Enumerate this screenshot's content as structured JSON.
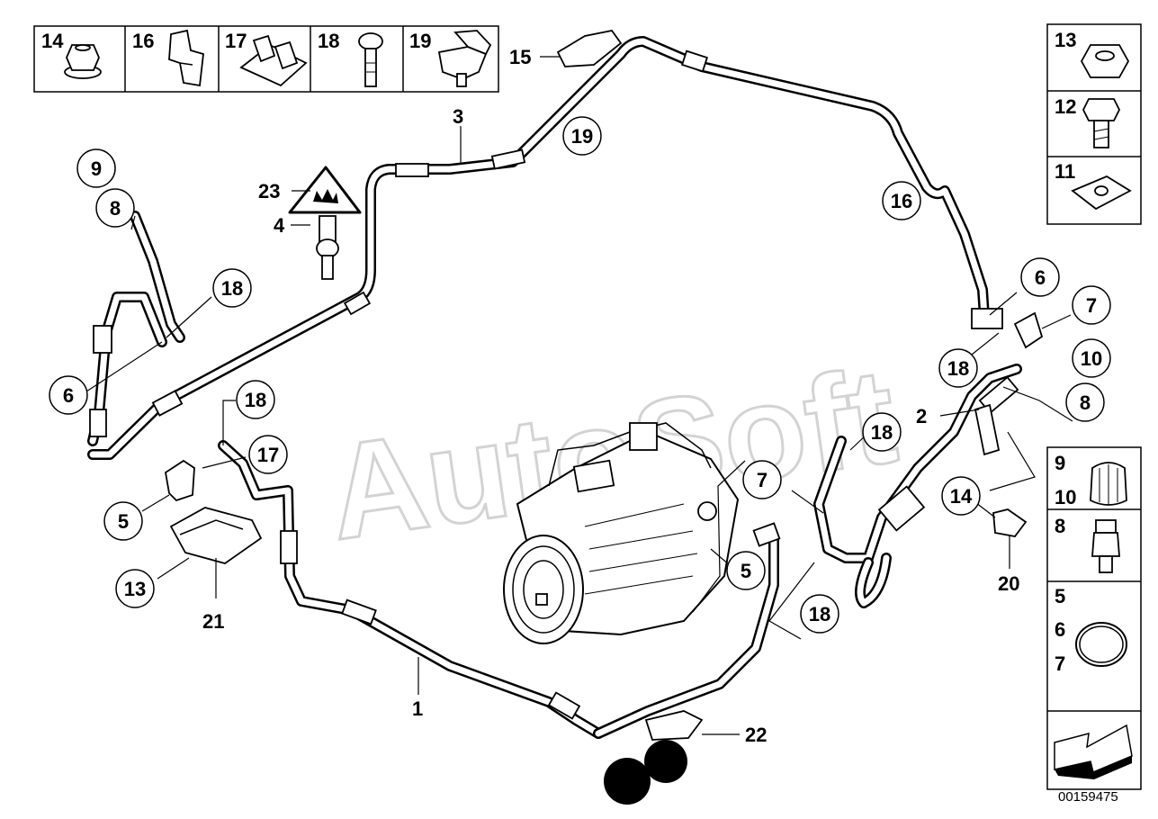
{
  "watermark": "AutoSoft",
  "document_number": "00159475",
  "top_legend": [
    "14",
    "16",
    "17",
    "18",
    "19"
  ],
  "right_legend": {
    "row1": "13",
    "row2": "12",
    "row3": "11",
    "row4a": "9",
    "row4b": "10",
    "row5": "8",
    "row6a": "5",
    "row6b": "6",
    "row6c": "7"
  },
  "callouts": {
    "c9": "9",
    "c8a": "8",
    "c18a": "18",
    "c6a": "6",
    "c5a": "5",
    "c13": "13",
    "c18b": "18",
    "c17": "17",
    "c19": "19",
    "c16": "16",
    "c6b": "6",
    "c7a": "7",
    "c18c": "18",
    "c10": "10",
    "c8b": "8",
    "c18d": "18",
    "c7b": "7",
    "c5b": "5",
    "c18e": "18",
    "c14": "14"
  },
  "labels": {
    "l3": "3",
    "l23": "23",
    "l4": "4",
    "l15": "15",
    "l21": "21",
    "l1": "1",
    "l2": "2",
    "l20": "20",
    "l22": "22"
  }
}
